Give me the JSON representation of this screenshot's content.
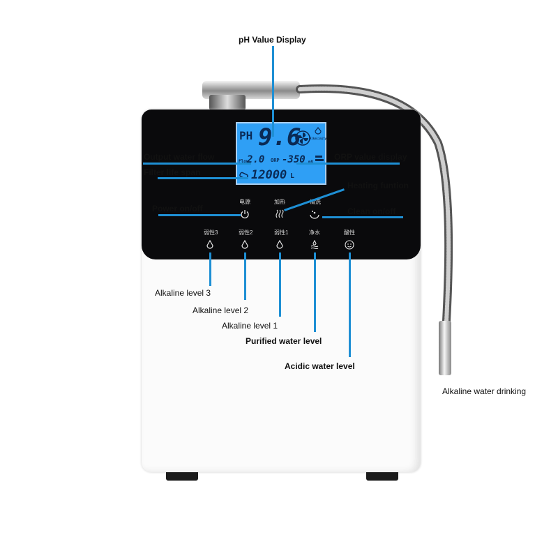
{
  "callouts": {
    "ph_value_display": "pH Value Display",
    "output_water_flow": "Output water flow",
    "orp_value_display": "ORP value display",
    "filter_life_span": "Filter life span",
    "heating_function": "Heating funtion",
    "power_on_off": "Power on/off",
    "clean_on_off": "Clean on/off",
    "alkaline_level_3": "Alkaline level 3",
    "alkaline_level_2": "Alkaline level  2",
    "alkaline_level_1": "Alkaline level  1",
    "purified_water_level": "Purified water level",
    "acidic_water_level": "Acidic water level",
    "alkaline_water_drinking": "Alkaline water drinking"
  },
  "lcd": {
    "ph_label": "PH",
    "ph_value": "9.6",
    "mode": "Alkalinity",
    "flow_label": "Flow",
    "flow_value": "2.0",
    "orp_label": "ORP",
    "orp_value": "-350",
    "orp_unit": "mV",
    "filter_value": "12000",
    "filter_unit": "L"
  },
  "buttons": {
    "power": "电源",
    "heating": "加热",
    "clean": "清洗",
    "alkaline_3": "弱性3",
    "alkaline_2": "弱性2",
    "alkaline_1": "弱性1",
    "purified": "净水",
    "acidic": "酸性"
  },
  "colors": {
    "callout_line": "#1e8fd4",
    "lcd_backlight": "#2f9ff5",
    "panel": "#0a0a0c"
  }
}
